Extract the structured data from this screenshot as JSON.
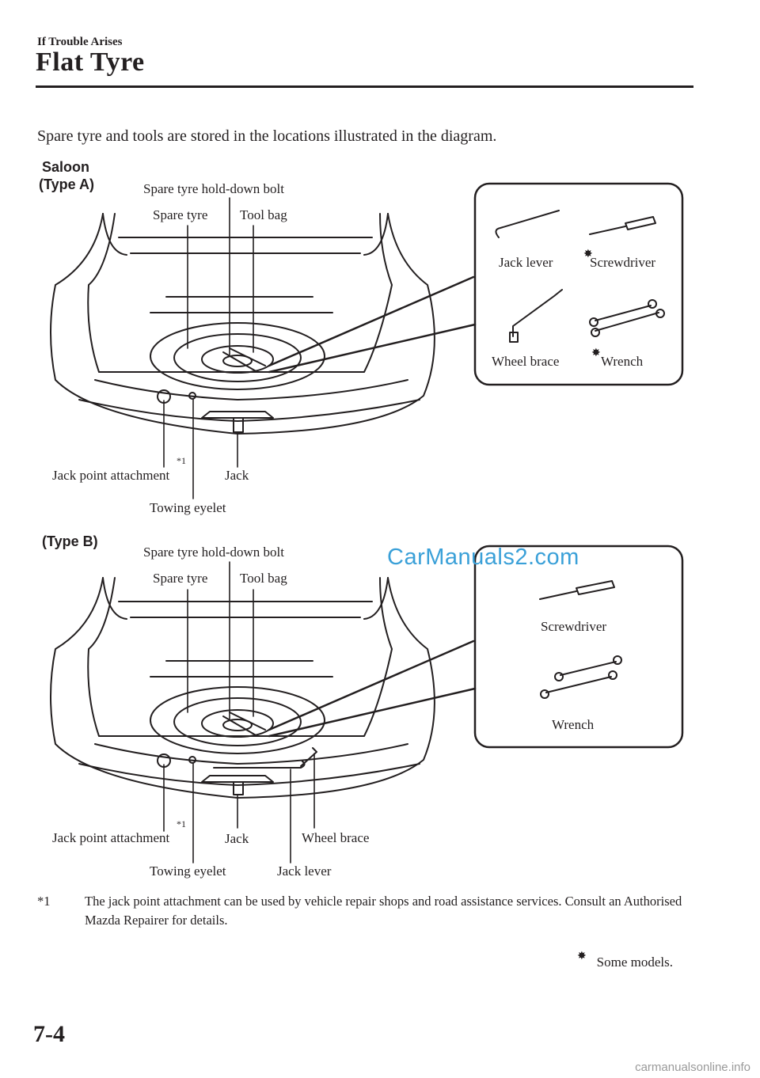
{
  "header": {
    "section": "If Trouble Arises",
    "title": "Flat Tyre"
  },
  "intro": "Spare tyre and tools are stored in the locations illustrated in the diagram.",
  "figure_a": {
    "label_line1": "Saloon",
    "label_line2": "(Type A)",
    "callouts": {
      "hold_down_bolt": "Spare tyre hold-down bolt",
      "spare_tyre": "Spare tyre",
      "tool_bag": "Tool bag",
      "jack_point": "Jack point attachment",
      "star1": "*1",
      "jack": "Jack",
      "towing_eyelet": "Towing eyelet"
    },
    "tools": {
      "jack_lever": "Jack lever",
      "screwdriver": "Screwdriver",
      "wheel_brace": "Wheel brace",
      "wrench": "Wrench"
    }
  },
  "figure_b": {
    "label": "(Type B)",
    "callouts": {
      "hold_down_bolt": "Spare tyre hold-down bolt",
      "spare_tyre": "Spare tyre",
      "tool_bag": "Tool bag",
      "jack_point": "Jack point attachment",
      "star1": "*1",
      "jack": "Jack",
      "wheel_brace": "Wheel brace",
      "towing_eyelet": "Towing eyelet",
      "jack_lever": "Jack lever"
    },
    "tools": {
      "screwdriver": "Screwdriver",
      "wrench": "Wrench"
    }
  },
  "footnote": {
    "mark": "*1",
    "text": "The jack point attachment can be used by vehicle repair shops and road assistance services. Consult an Authorised Mazda Repairer for details."
  },
  "some_models": "Some models.",
  "page_number": "7-4",
  "watermark": "CarManuals2.com",
  "footer": "carmanualsonline.info"
}
